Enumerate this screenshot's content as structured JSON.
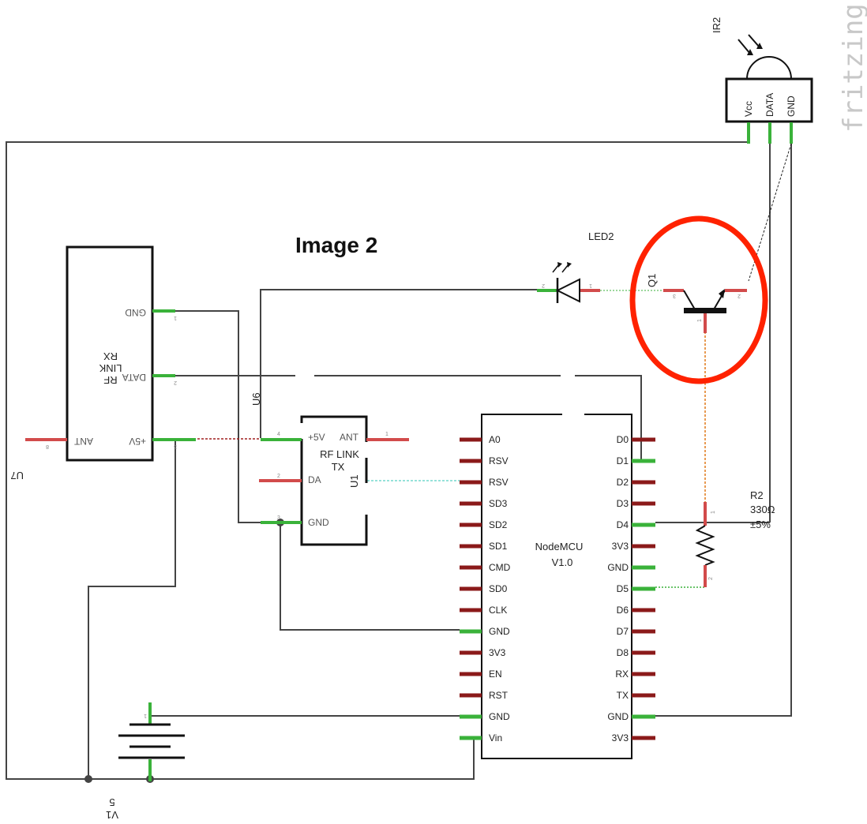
{
  "title": "Image 2",
  "brand": "fritzing",
  "components": {
    "ir": {
      "ref": "IR2",
      "pins": [
        "Vcc",
        "DATA",
        "GND"
      ]
    },
    "led": {
      "ref": "LED2",
      "pin1": "1",
      "pin2": "2"
    },
    "transistor": {
      "ref": "Q1",
      "pin1": "1",
      "pin2": "2",
      "pin3": "3"
    },
    "rx": {
      "ref": "U7",
      "line1": "RF",
      "line2": "LINK",
      "line3": "RX",
      "pins": [
        "GND",
        "DATA",
        "+5V",
        "ANT"
      ],
      "pin_numbers": [
        "1",
        "2",
        "3",
        "8"
      ]
    },
    "tx": {
      "ref": "U6",
      "ref2": "U1",
      "line1": "RF LINK",
      "line2": "TX",
      "pins": [
        "+5V",
        "ANT",
        "DA",
        "GND"
      ],
      "pin_numbers": [
        "4",
        "1",
        "2",
        "3"
      ]
    },
    "resistor": {
      "ref": "R2",
      "value": "330Ω",
      "tolerance": "±5%",
      "pin1": "1",
      "pin2": "2"
    },
    "battery": {
      "ref": "V1",
      "value": "5",
      "pin1": "1"
    },
    "mcu": {
      "line1": "NodeMCU",
      "line2": "V1.0",
      "left_pins": [
        "A0",
        "RSV",
        "RSV",
        "SD3",
        "SD2",
        "SD1",
        "CMD",
        "SD0",
        "CLK",
        "GND",
        "3V3",
        "EN",
        "RST",
        "GND",
        "Vin"
      ],
      "right_pins": [
        "D0",
        "D1",
        "D2",
        "D3",
        "D4",
        "3V3",
        "GND",
        "D5",
        "D6",
        "D7",
        "D8",
        "RX",
        "TX",
        "GND",
        "3V3"
      ]
    }
  },
  "highlight_color": "#ff2200"
}
